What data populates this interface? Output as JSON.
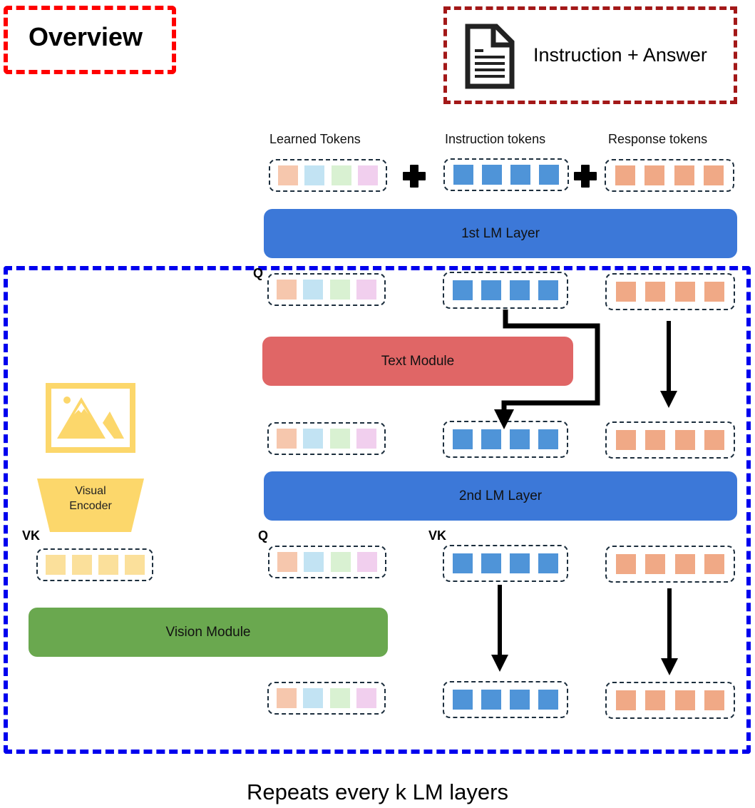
{
  "title": "Overview",
  "input_box": {
    "label": "Instruction + Answer",
    "icon": "document-icon"
  },
  "column_headers": {
    "learned": "Learned Tokens",
    "instruction": "Instruction tokens",
    "response": "Response tokens"
  },
  "colors": {
    "learned": [
      "#f6c7ad",
      "#c2e3f3",
      "#d9f1d2",
      "#f1cfee"
    ],
    "instruction": "#4f94d8",
    "response": "#f0a986",
    "visual": "#fbe09b",
    "lm_layer": "#3c78d8",
    "text_module": "#e06666",
    "vision_module": "#6aa84f",
    "encoder": "#fcd76b",
    "repeat_border": "#0000ee",
    "overview_border": "#ff0000",
    "input_border": "#a31818"
  },
  "layers": {
    "lm1": "1st LM Layer",
    "text_module": "Text Module",
    "lm2": "2nd LM Layer",
    "vision_module": "Vision Module"
  },
  "encoder": {
    "line1": "Visual",
    "line2": "Encoder",
    "image_icon": "image-icon"
  },
  "labels": {
    "q1": "Q",
    "q2": "Q",
    "vk_visual": "VK",
    "vk_instruction": "VK"
  },
  "footer": "Repeats every k LM layers",
  "tokens_per_group": 4
}
